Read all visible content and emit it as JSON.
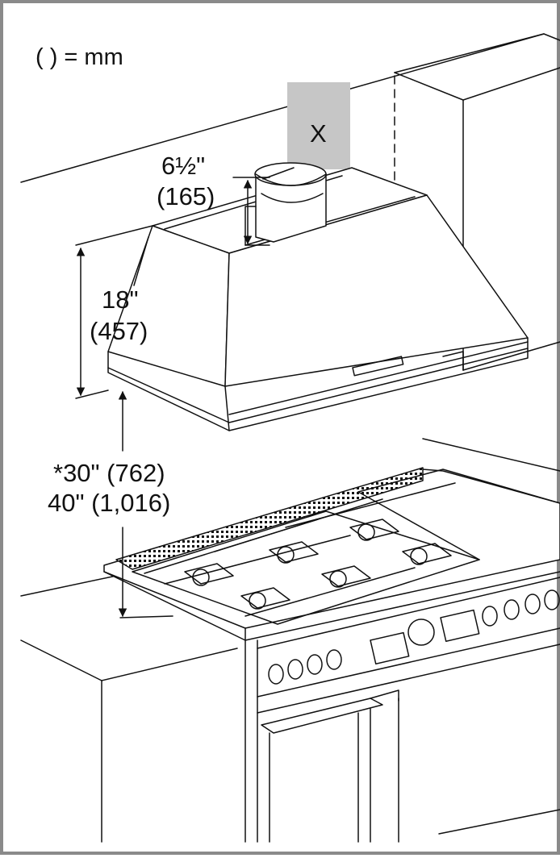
{
  "legend": "( ) = mm",
  "clearance_label": "X",
  "dims": {
    "duct_height_in": "6½\"",
    "duct_height_mm": "(165)",
    "hood_height_in": "18\"",
    "hood_height_mm": "(457)",
    "mount_height_1": "*30\" (762)",
    "mount_height_2": "40\" (1,016)"
  },
  "colors": {
    "frame": "#8a8a8a",
    "clearance_zone": "#c6c6c6",
    "line": "#111111"
  }
}
